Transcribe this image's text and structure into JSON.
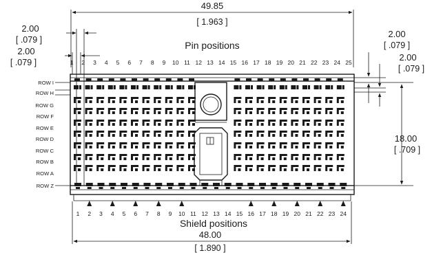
{
  "labels": {
    "pin_positions": "Pin positions",
    "shield_positions": "Shield positions"
  },
  "dimensions": {
    "overall_width": {
      "mm": "49.85",
      "inch": "[ 1.963 ]"
    },
    "shield_width": {
      "mm": "48.00",
      "inch": "[ 1.890 ]"
    },
    "height": {
      "mm": "18.00",
      "inch": "[ .709 ]"
    },
    "pitch_left_top": {
      "mm": "2.00",
      "inch": "[ .079 ]"
    },
    "pitch_left_bottom": {
      "mm": "2.00",
      "inch": "[ .079 ]"
    },
    "pitch_right_top": {
      "mm": "2.00",
      "inch": "[ .079 ]"
    },
    "pitch_right_bottom": {
      "mm": "2.00",
      "inch": "[ .079 ]"
    }
  },
  "rows": [
    "ROW I",
    "ROW H",
    "ROW G",
    "ROW F",
    "ROW E",
    "ROW D",
    "ROW C",
    "ROW B",
    "ROW A",
    "ROW Z"
  ],
  "pin_numbers": [
    "1",
    "2",
    "3",
    "4",
    "5",
    "6",
    "7",
    "8",
    "9",
    "10",
    "11",
    "12",
    "13",
    "14",
    "15",
    "16",
    "17",
    "18",
    "19",
    "20",
    "21",
    "22",
    "23",
    "24",
    "25"
  ],
  "shield_numbers": [
    "1",
    "2",
    "3",
    "4",
    "5",
    "6",
    "7",
    "8",
    "9",
    "10",
    "11",
    "12",
    "13",
    "14",
    "15",
    "16",
    "17",
    "18",
    "19",
    "20",
    "21",
    "22",
    "23",
    "24"
  ],
  "shield_marker_positions": [
    "2",
    "4",
    "6",
    "8",
    "10",
    "16",
    "18",
    "20",
    "22",
    "24"
  ],
  "colors": {
    "ink": "#1a1a1a",
    "background": "#ffffff"
  }
}
